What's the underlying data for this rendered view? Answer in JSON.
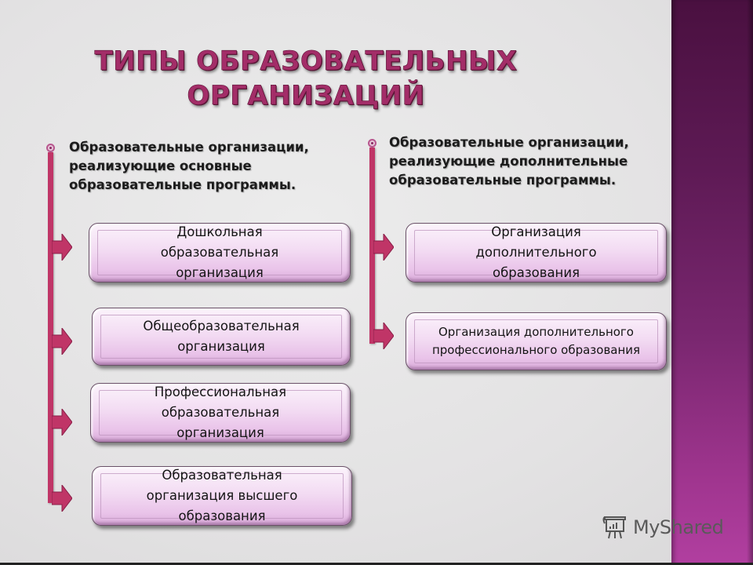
{
  "title": {
    "line1": "ТИПЫ ОБРАЗОВАТЕЛЬНЫХ",
    "line2": "ОРГАНИЗАЦИЙ"
  },
  "left_column": {
    "heading": "Образовательные организации, реализующие основные образовательные программы.",
    "items": [
      "Дошкольная образовательная организация",
      "Общеобразовательная организация",
      "Профессиональная образовательная организация",
      "Образовательная организация высшего образования"
    ]
  },
  "right_column": {
    "heading": "Образовательные организации, реализующие дополнительные образовательные программы.",
    "items": [
      "Организация дополнительного образования",
      "Организация дополнительного профессионального образования"
    ]
  },
  "watermark": {
    "text": "MyShared",
    "icon": "presentation-board-icon"
  },
  "colors": {
    "title": "#a32d68",
    "connector": "#c03567",
    "box_fill": "#f3dcf3",
    "side_band_top": "#4a1040",
    "side_band_bottom": "#b13fa0",
    "background": "#e6e5e6"
  }
}
